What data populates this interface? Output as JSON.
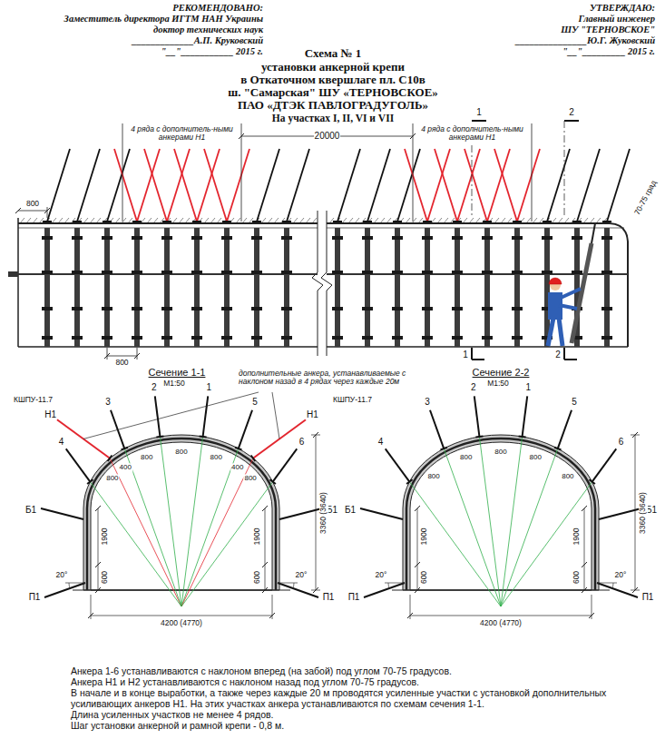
{
  "diagram": {
    "title": "Схема № 1",
    "labels": [
      "РЕКОМЕНДОВАНО:",
      "Заместитель директора ИГТМ НАН Украины",
      "доктор технических наук",
      "_____________А.П. Круковский",
      "\"__\"___________ 2015 г.",
      "УТВЕРЖДАЮ:",
      "Главный инженер",
      "ШУ \"ТЕРНОВСКОЕ\"",
      "_______________Ю.Г. Жуковский",
      "\"__\"_________ 2015 г.",
      "установки анкерной крепи",
      "в Откаточном квершлаге пл. C10в",
      "ш. \"Самарская\" ШУ «ТЕРНОВСКОЕ»",
      "ПАО «ДТЭК ПАВЛОГРАДУГОЛЬ»",
      "На участках I, II, VI и VII",
      "4 ряда с дополнитель-ными анкерами Н1",
      "20000",
      "4 ряда с дополнитель-ными анкерами Н1",
      "1",
      "2",
      "800",
      "70-75 град",
      "1",
      "2",
      "800",
      "Сечение 1-1",
      "М1:50",
      "дополнительные анкера, устанавливаемые с наклоном назад в 4 рядах через каждые 20м",
      "Сечение 2-2",
      "М1:50",
      "КШПУ-11.7",
      "Н1",
      "3",
      "2",
      "1",
      "5",
      "Н1",
      "4",
      "6",
      "800",
      "800",
      "800",
      "800",
      "800",
      "400",
      "400",
      "Б1",
      "Б1",
      "1900",
      "1900",
      "600",
      "600",
      "3360 (3640)",
      "П1",
      "20°",
      "20°",
      "П1",
      "4200 (4770)",
      "КШПУ-11.7",
      "3",
      "2",
      "1",
      "5",
      "4",
      "6",
      "800",
      "800",
      "800",
      "800",
      "800",
      "Б1",
      "Б1",
      "1900",
      "1900",
      "600",
      "600",
      "3360 (3640)",
      "П1",
      "20°",
      "20°",
      "П1",
      "4200 (4770)",
      "Анкера 1-6 устанавливаются с наклоном вперед (на забой) под углом 70-75 градусов.",
      "Анкера Н1 и Н2 устанавливаются с наклоном назад под углом 70-75 градусов.",
      "В начале и в конце выработки, а также через каждые 20 м проводятся усиленные участки с установкой дополнительных усиливающих анкеров Н1. На этих участках анкера устанавливаются по схемам сечения 1-1.",
      "Длина усиленных участков не менее 4 рядов.",
      "Шаг установки анкерной и рамной крепи - 0,8 м."
    ]
  }
}
